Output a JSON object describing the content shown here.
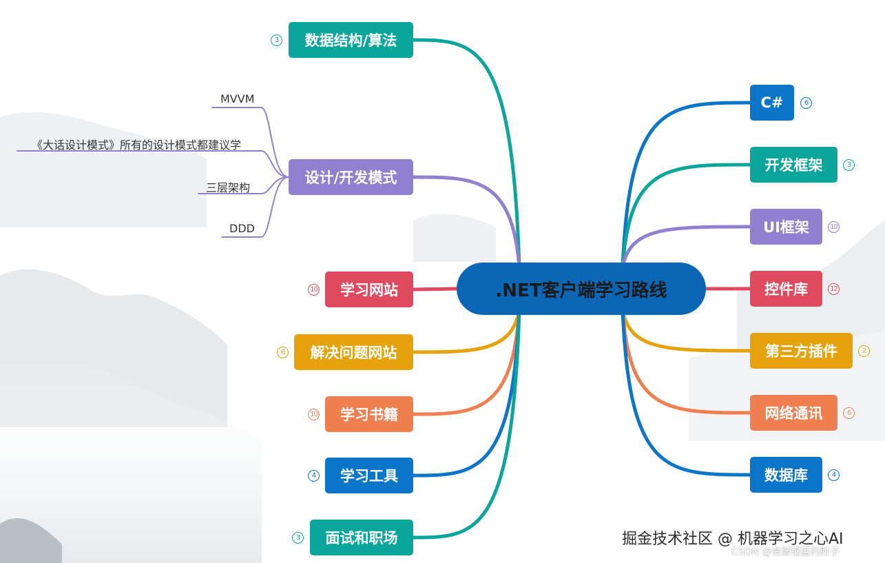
{
  "center": {
    "label": ".NET客户端学习路线",
    "color": "#0b66b5"
  },
  "nodes": [
    {
      "id": "ds",
      "label": "数据结构/算法",
      "count": "3",
      "color": "#0aa59b"
    },
    {
      "id": "design",
      "label": "设计/开发模式",
      "count": "",
      "color": "#9180d0"
    },
    {
      "id": "site",
      "label": "学习网站",
      "count": "10",
      "color": "#e04a5e"
    },
    {
      "id": "solve",
      "label": "解决问题网站",
      "count": "6",
      "color": "#e6a20a"
    },
    {
      "id": "books",
      "label": "学习书籍",
      "count": "10",
      "color": "#f07f50"
    },
    {
      "id": "tools",
      "label": "学习工具",
      "count": "4",
      "color": "#0b75c9"
    },
    {
      "id": "career",
      "label": "面试和职场",
      "count": "3",
      "color": "#0aa59b"
    },
    {
      "id": "csharp",
      "label": "C#",
      "count": "6",
      "color": "#0b75c9"
    },
    {
      "id": "fw",
      "label": "开发框架",
      "count": "3",
      "color": "#0aa59b"
    },
    {
      "id": "ui",
      "label": "UI框架",
      "count": "10",
      "color": "#9180d0"
    },
    {
      "id": "ctrl",
      "label": "控件库",
      "count": "12",
      "color": "#e04a5e"
    },
    {
      "id": "plugin",
      "label": "第三方插件",
      "count": "2",
      "color": "#e6a20a"
    },
    {
      "id": "net",
      "label": "网络通讯",
      "count": "6",
      "color": "#f07f50"
    },
    {
      "id": "db",
      "label": "数据库",
      "count": "4",
      "color": "#0b75c9"
    }
  ],
  "leaves": [
    "MVVM",
    "《大话设计模式》所有的设计模式都建议学",
    "三层架构",
    "DDD"
  ],
  "watermark": {
    "primary": "掘金技术社区 @ 机器学习之心AI",
    "secondary": "CSDN @会敲键盘的肘子"
  }
}
